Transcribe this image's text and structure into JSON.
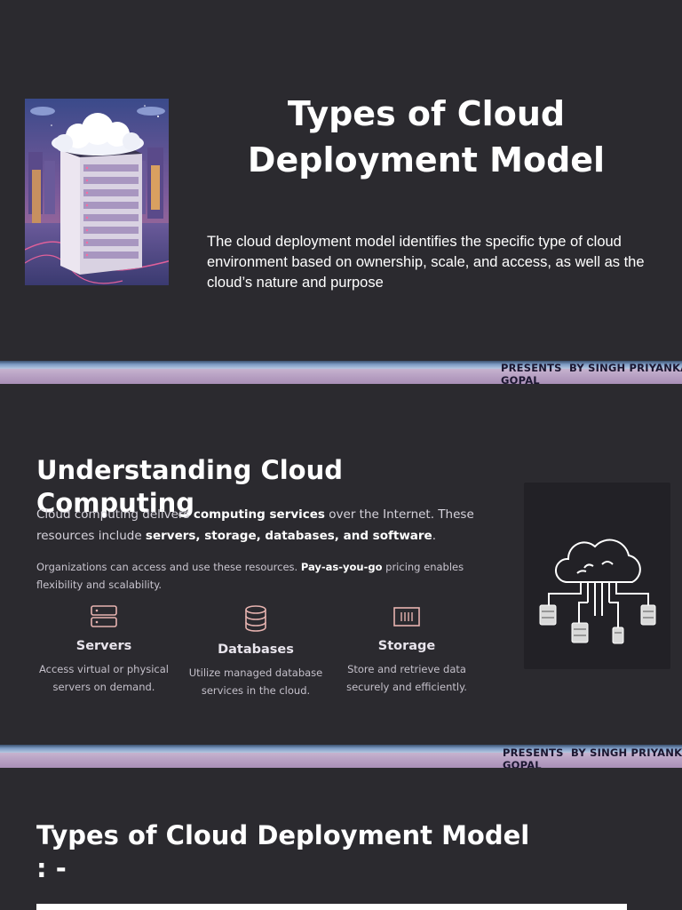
{
  "slide1": {
    "image_name": "cloud-server-illustration",
    "title": "Types of Cloud Deployment Model",
    "description": "The cloud deployment model identifies the specific type of cloud environment based on ownership, scale, and access, as well as the cloud’s nature and purpose"
  },
  "band": {
    "presenter": "PRESENTS  BY SINGH PRIYANKA\nGOPAL"
  },
  "slide2": {
    "title": "Understanding Cloud Computing",
    "para1": {
      "t1": "Cloud computing delivers ",
      "b1": "computing services",
      "t2": " over the Internet. These resources include ",
      "b2": "servers, storage, databases, and software",
      "t3": "."
    },
    "para2": {
      "t1": "Organizations can access and use these resources. ",
      "b1": "Pay-as-you-go",
      "t2": " pricing enables flexibility and scalability."
    },
    "features": [
      {
        "icon": "server-icon",
        "name": "Servers",
        "desc": "Access virtual or physical servers on demand."
      },
      {
        "icon": "database-icon",
        "name": "Databases",
        "desc": "Utilize managed database services in the cloud."
      },
      {
        "icon": "storage-icon",
        "name": "Storage",
        "desc": "Store and retrieve data securely and efficiently."
      }
    ],
    "diagram_name": "cloud-network-diagram"
  },
  "slide3": {
    "title": "Types of Cloud Deployment Model  : -"
  },
  "colors": {
    "background": "#2b2a2f",
    "icon_accent": "#e7b3b0",
    "band_blue": "#7d9bc4",
    "band_purple": "#b49cc0"
  }
}
